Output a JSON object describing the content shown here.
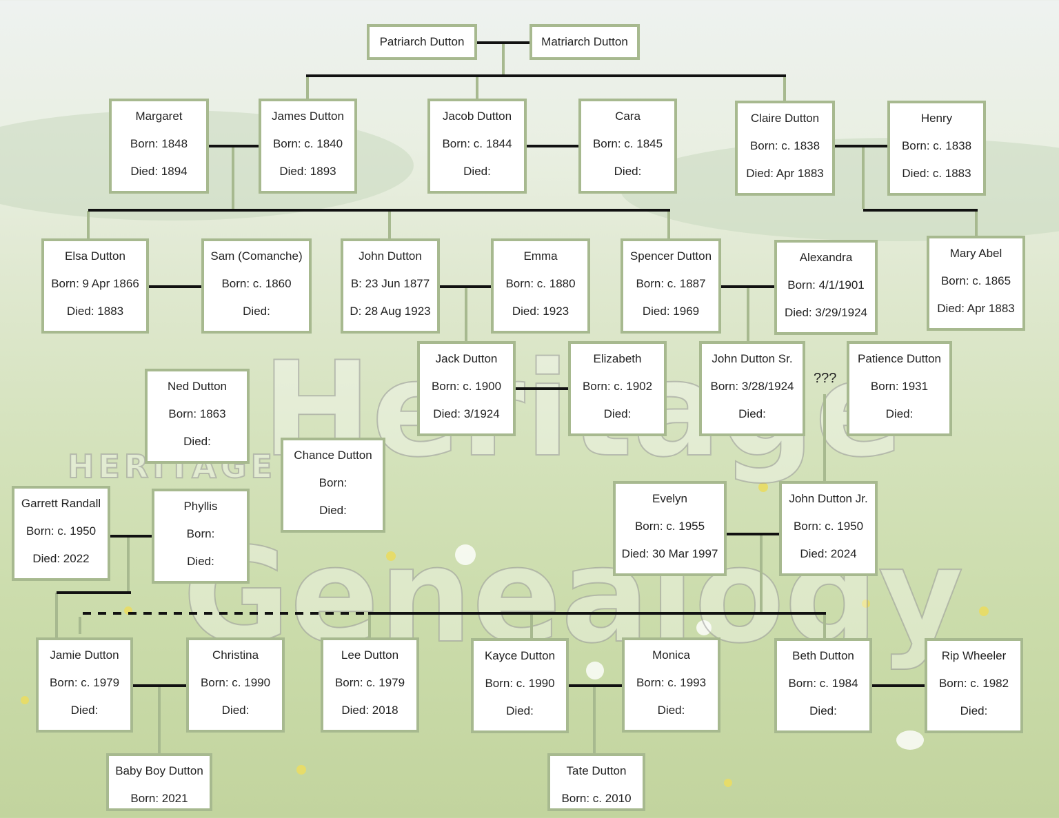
{
  "watermark": {
    "line1": "Heritage",
    "line2": "Genealogy",
    "logo_text": "HERITAGE"
  },
  "unknown_marker": "???",
  "people": {
    "patriarch": {
      "name": "Patriarch Dutton"
    },
    "matriarch": {
      "name": "Matriarch Dutton"
    },
    "margaret": {
      "name": "Margaret",
      "born": "Born: 1848",
      "died": "Died: 1894"
    },
    "james": {
      "name": "James Dutton",
      "born": "Born: c. 1840",
      "died": "Died: 1893"
    },
    "jacob": {
      "name": "Jacob Dutton",
      "born": "Born: c. 1844",
      "died": "Died:"
    },
    "cara": {
      "name": "Cara",
      "born": "Born: c. 1845",
      "died": "Died:"
    },
    "claire": {
      "name": "Claire Dutton",
      "born": "Born: c. 1838",
      "died": "Died: Apr 1883"
    },
    "henry": {
      "name": "Henry",
      "born": "Born: c. 1838",
      "died": "Died: c. 1883"
    },
    "elsa": {
      "name": "Elsa Dutton",
      "born": "Born: 9 Apr 1866",
      "died": "Died: 1883"
    },
    "sam": {
      "name": "Sam (Comanche)",
      "born": "Born: c. 1860",
      "died": "Died:"
    },
    "john": {
      "name": "John Dutton",
      "born": "B: 23 Jun 1877",
      "died": "D: 28 Aug 1923"
    },
    "emma": {
      "name": "Emma",
      "born": "Born: c. 1880",
      "died": "Died: 1923"
    },
    "spencer": {
      "name": "Spencer Dutton",
      "born": "Born: c. 1887",
      "died": "Died: 1969"
    },
    "alexandra": {
      "name": "Alexandra",
      "born": "Born: 4/1/1901",
      "died": "Died: 3/29/1924"
    },
    "mary": {
      "name": "Mary Abel",
      "born": "Born: c. 1865",
      "died": "Died: Apr 1883"
    },
    "ned": {
      "name": "Ned Dutton",
      "born": "Born: 1863",
      "died": "Died:"
    },
    "jack": {
      "name": "Jack Dutton",
      "born": "Born: c. 1900",
      "died": "Died: 3/1924"
    },
    "elizabeth": {
      "name": "Elizabeth",
      "born": "Born: c. 1902",
      "died": "Died:"
    },
    "johnsr": {
      "name": "John Dutton Sr.",
      "born": "Born: 3/28/1924",
      "died": "Died:"
    },
    "patience": {
      "name": "Patience Dutton",
      "born": "Born: 1931",
      "died": "Died:"
    },
    "chance": {
      "name": "Chance Dutton",
      "born": "Born:",
      "died": "Died:"
    },
    "garrett": {
      "name": "Garrett Randall",
      "born": "Born: c. 1950",
      "died": "Died: 2022"
    },
    "phyllis": {
      "name": "Phyllis",
      "born": "Born:",
      "died": "Died:"
    },
    "evelyn": {
      "name": "Evelyn",
      "born": "Born: c. 1955",
      "died": "Died: 30 Mar 1997"
    },
    "johnjr": {
      "name": "John Dutton Jr.",
      "born": "Born: c. 1950",
      "died": "Died: 2024"
    },
    "jamie": {
      "name": "Jamie Dutton",
      "born": "Born: c. 1979",
      "died": "Died:"
    },
    "christina": {
      "name": "Christina",
      "born": "Born: c. 1990",
      "died": "Died:"
    },
    "lee": {
      "name": "Lee Dutton",
      "born": "Born: c. 1979",
      "died": "Died: 2018"
    },
    "kayce": {
      "name": "Kayce Dutton",
      "born": "Born: c. 1990",
      "died": "Died:"
    },
    "monica": {
      "name": "Monica",
      "born": "Born: c. 1993",
      "died": "Died:"
    },
    "beth": {
      "name": "Beth Dutton",
      "born": "Born: c. 1984",
      "died": "Died:"
    },
    "rip": {
      "name": "Rip Wheeler",
      "born": "Born: c. 1982",
      "died": "Died:"
    },
    "babyboy": {
      "name": "Baby Boy Dutton",
      "born": "Born: 2021"
    },
    "tate": {
      "name": "Tate Dutton",
      "born": "Born: c. 2010"
    }
  },
  "colors": {
    "box_border": "#a7b98f",
    "line": "#111111",
    "line_green": "#a7b98f"
  }
}
